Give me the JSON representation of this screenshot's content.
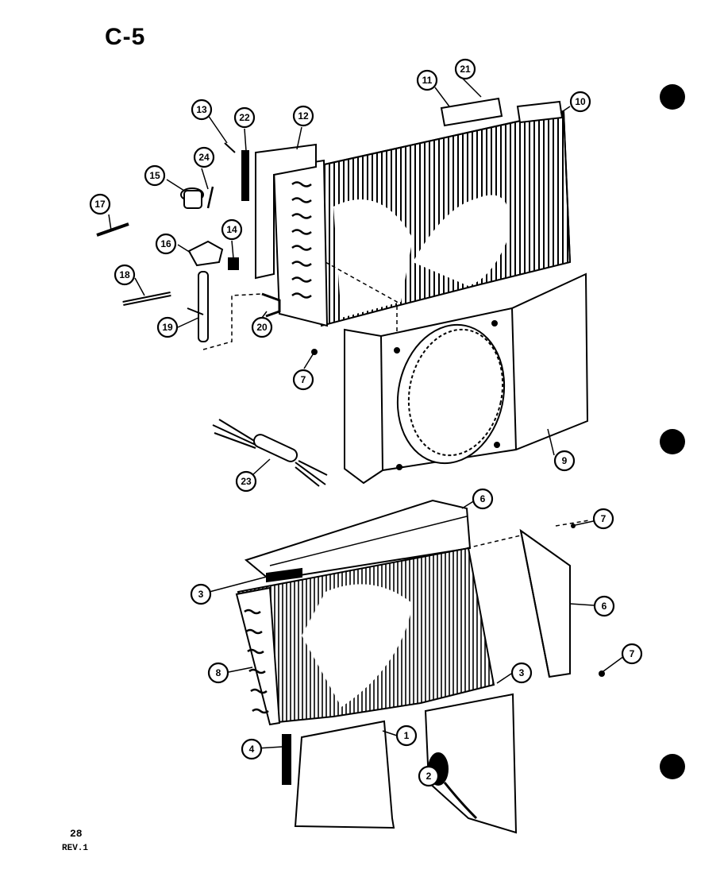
{
  "page": {
    "title": "C-5",
    "page_number": "28",
    "revision": "REV.1"
  },
  "callouts": {
    "c1": "1",
    "c2": "2",
    "c3a": "3",
    "c3b": "3",
    "c4": "4",
    "c6a": "6",
    "c6b": "6",
    "c7a": "7",
    "c7b": "7",
    "c7c": "7",
    "c8": "8",
    "c9": "9",
    "c10": "10",
    "c11": "11",
    "c12": "12",
    "c13": "13",
    "c14": "14",
    "c15": "15",
    "c16": "16",
    "c17": "17",
    "c18": "18",
    "c19": "19",
    "c20": "20",
    "c21": "21",
    "c22": "22",
    "c23": "23",
    "c24": "24"
  },
  "colors": {
    "ink": "#000000",
    "paper": "#ffffff"
  }
}
